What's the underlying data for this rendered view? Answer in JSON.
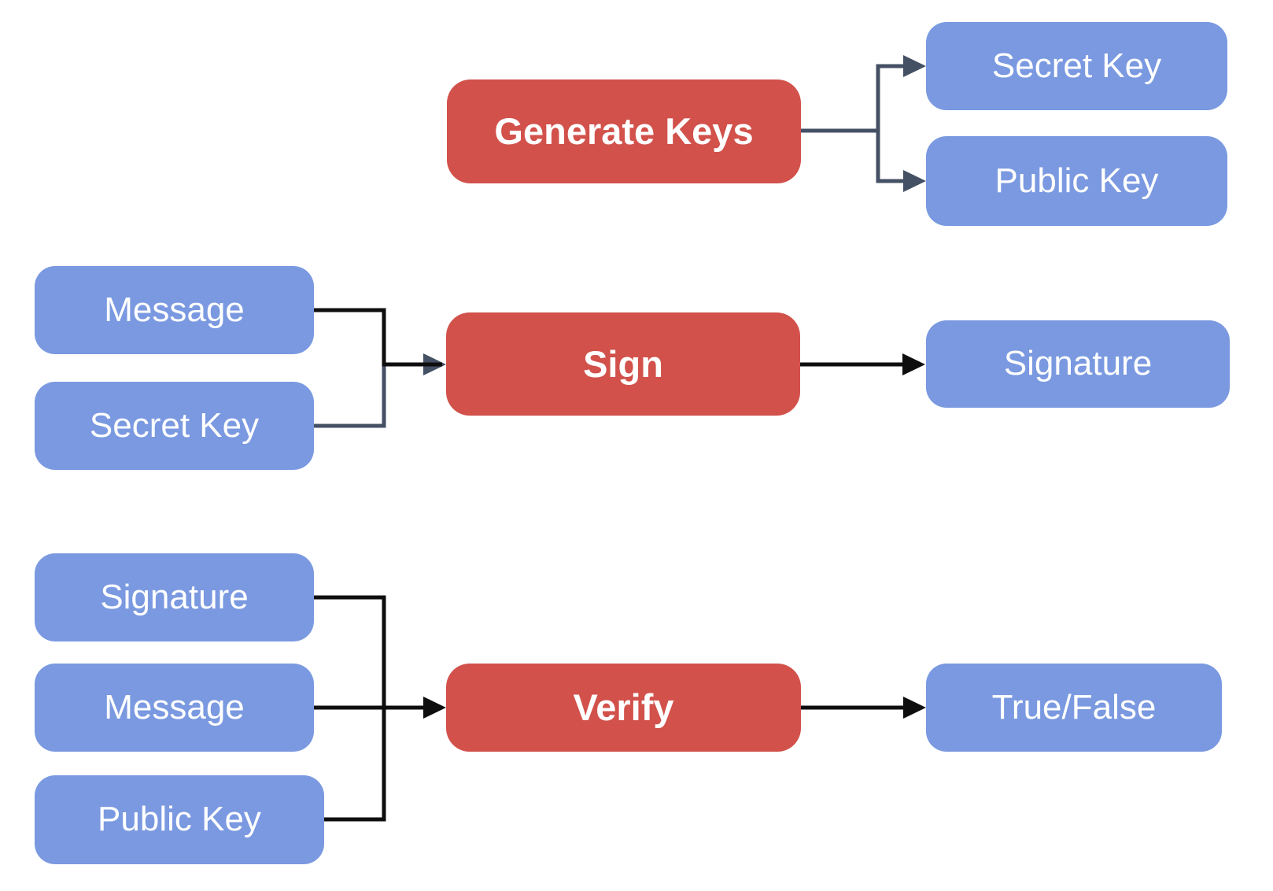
{
  "diagram": {
    "name": "digital-signature-flow",
    "colors": {
      "process_box": "#d2514b",
      "data_box": "#7a99e0",
      "connector_slate": "#445064",
      "connector_black": "#0e0e0e",
      "label_text": "#ffffff",
      "background": "#ffffff"
    },
    "generate_section": {
      "process": "Generate Keys",
      "output_secret": "Secret Key",
      "output_public": "Public Key"
    },
    "sign_section": {
      "input_message": "Message",
      "input_secret": "Secret Key",
      "process": "Sign",
      "output_signature": "Signature"
    },
    "verify_section": {
      "input_signature": "Signature",
      "input_message": "Message",
      "input_public": "Public Key",
      "process": "Verify",
      "output_result": "True/False"
    }
  }
}
